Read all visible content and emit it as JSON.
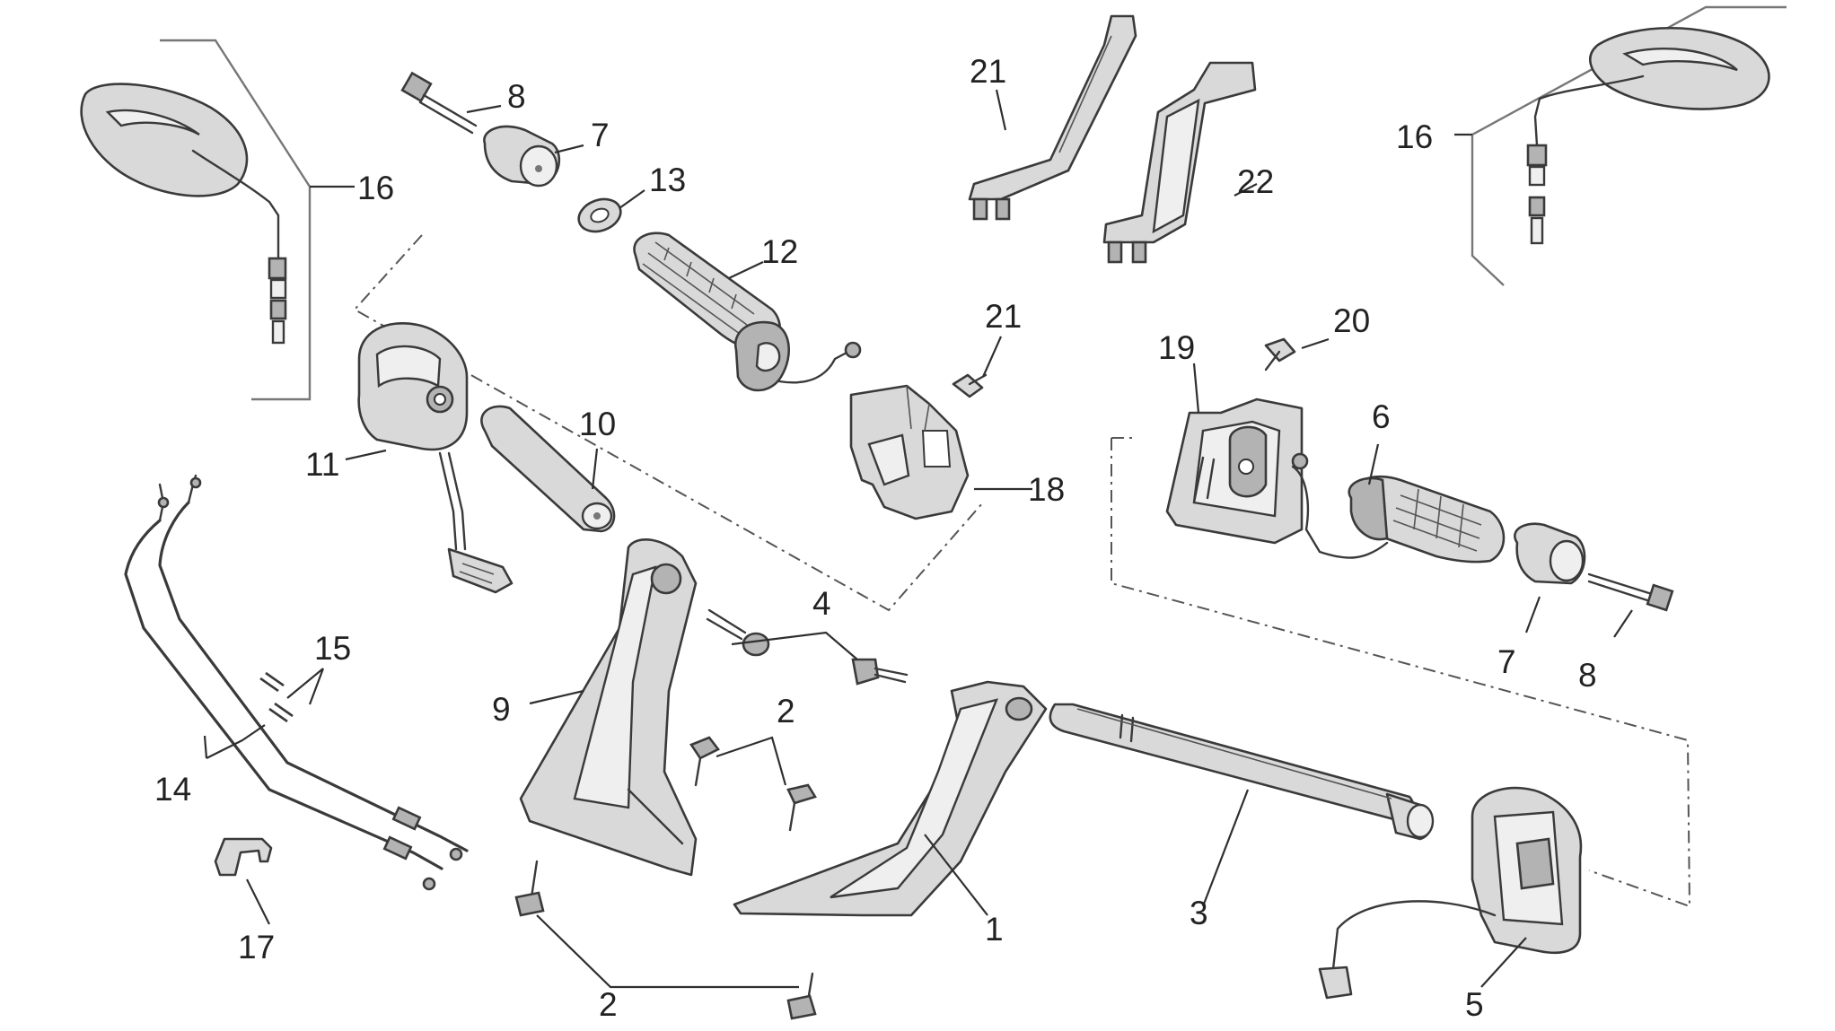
{
  "diagram": {
    "labels": {
      "l1": "1",
      "l2a": "2",
      "l2b": "2",
      "l3": "3",
      "l4": "4",
      "l5": "5",
      "l6": "6",
      "l7a": "7",
      "l7b": "7",
      "l8a": "8",
      "l8b": "8",
      "l9": "9",
      "l10": "10",
      "l11": "11",
      "l12": "12",
      "l13": "13",
      "l14": "14",
      "l15": "15",
      "l16a": "16",
      "l16b": "16",
      "l17": "17",
      "l18": "18",
      "l19": "19",
      "l20": "20",
      "l21a": "21",
      "l21b": "21",
      "l22": "22"
    }
  }
}
